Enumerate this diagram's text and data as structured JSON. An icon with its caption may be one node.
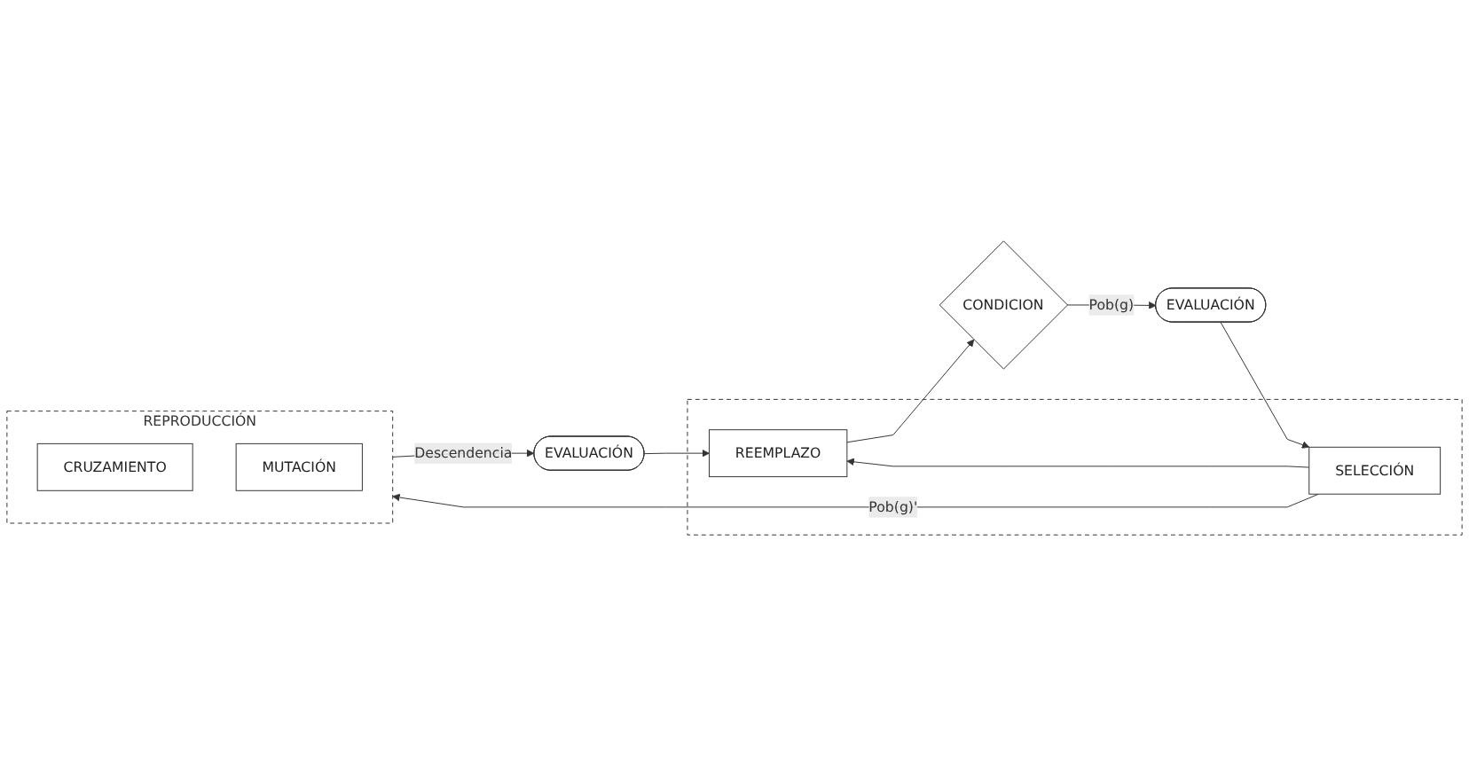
{
  "diagram": {
    "nodes": [
      {
        "text": [],
        "shape": "box"
      },
      {
        "text": [
          "SELECCIÓN"
        ],
        "in": 0
      },
      {
        "text": [
          "REEMPLAZO"
        ],
        "in": 0
      },
      {
        "text": [
          "EVALUACIÓN"
        ]
      },
      {
        "text": [
          "CONDICION"
        ]
      },
      {
        "text": [
          "REPRODUCCIÓN"
        ]
      },
      {
        "text": [
          "CRUZAMIENTO"
        ],
        "in": 5
      },
      {
        "text": [
          "MUTACIÓN"
        ],
        "in": 5
      },
      {
        "text": [
          "EVALUACIÓN"
        ]
      }
    ],
    "edges": [
      {
        "from": 3,
        "to": 1,
        "arrow": "to"
      },
      {
        "from": 1,
        "to": 5,
        "arrow": "to",
        "label": "Pob(g)'"
      },
      {
        "from": 1,
        "to": 2,
        "arrow": "to"
      },
      {
        "from": 5,
        "to": 8,
        "arrow": "to",
        "label": "Descendencia"
      },
      {
        "from": 8,
        "to": 2,
        "arrow": "to"
      },
      {
        "from": 2,
        "to": 4,
        "arrow": "to"
      },
      {
        "from": 4,
        "to": 3,
        "arrow": "to",
        "label": "Pob(g)"
      }
    ]
  }
}
